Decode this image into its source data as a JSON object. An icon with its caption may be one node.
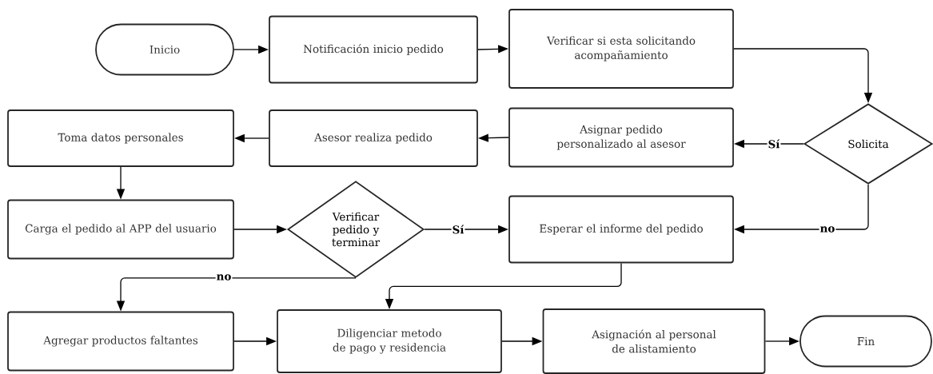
{
  "diagram": {
    "nodes": [
      {
        "text": [
          "Inicio"
        ]
      },
      {
        "text": [
          "Notificación inicio pedido"
        ]
      },
      {
        "text": [
          "Verificar si esta solicitando acompañamiento"
        ]
      },
      {
        "text": [
          "Solicita"
        ]
      },
      {
        "text": [
          "Asignar pedido personalizado al asesor"
        ]
      },
      {
        "text": [
          "Asesor realiza pedido"
        ]
      },
      {
        "text": [
          "Toma datos personales"
        ]
      },
      {
        "text": [
          "Carga el pedido al APP del usuario"
        ]
      },
      {
        "text": [
          "Verificar pedido y terminar"
        ]
      },
      {
        "text": [
          "Esperar el informe del pedido"
        ]
      },
      {
        "text": [
          "Agregar productos faltantes"
        ]
      },
      {
        "text": [
          "Diligenciar metodo de pago y residencia"
        ]
      },
      {
        "text": [
          "Asignación al personal de alistamiento"
        ]
      },
      {
        "text": [
          "Fin"
        ]
      }
    ],
    "edges": [
      {
        "from": 0,
        "to": 1,
        "arrow": "to"
      },
      {
        "from": 1,
        "to": 2,
        "arrow": "to"
      },
      {
        "from": 2,
        "to": 3,
        "arrow": "to"
      },
      {
        "from": 3,
        "to": 4,
        "arrow": "to",
        "label": "Sí"
      },
      {
        "from": 4,
        "to": 5,
        "arrow": "to"
      },
      {
        "from": 5,
        "to": 6,
        "arrow": "to"
      },
      {
        "from": 6,
        "to": 7,
        "arrow": "to"
      },
      {
        "from": 7,
        "to": 8,
        "arrow": "to"
      },
      {
        "from": 8,
        "to": 9,
        "arrow": "to",
        "label": "Sí"
      },
      {
        "from": 3,
        "to": 9,
        "arrow": "to",
        "label": "no"
      },
      {
        "from": 8,
        "to": 10,
        "arrow": "to",
        "label": "no"
      },
      {
        "from": 9,
        "to": 11,
        "arrow": "to"
      },
      {
        "from": 10,
        "to": 11,
        "arrow": "to"
      },
      {
        "from": 11,
        "to": 12,
        "arrow": "to"
      },
      {
        "from": 12,
        "to": 13,
        "arrow": "to"
      }
    ]
  }
}
